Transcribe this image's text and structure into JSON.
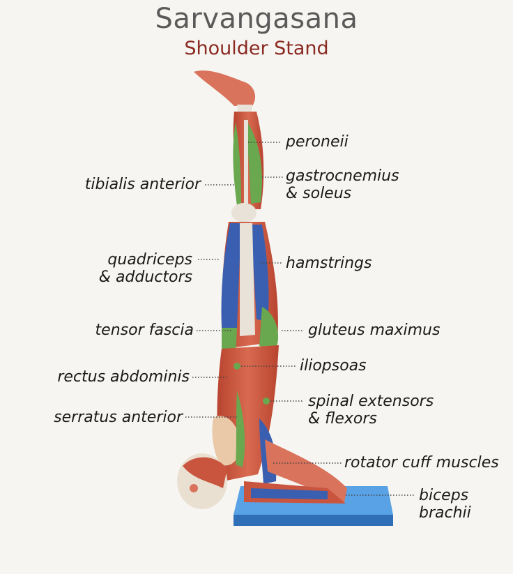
{
  "title": "Sarvangasana",
  "subtitle": "Shoulder Stand",
  "labels": {
    "peroneii": "peroneii",
    "tibialis_anterior": "tibialis anterior",
    "gastrocnemius_1": "gastrocnemius",
    "gastrocnemius_2": "& soleus",
    "quadriceps_1": "quadriceps",
    "quadriceps_2": "& adductors",
    "hamstrings": "hamstrings",
    "tensor_fascia": "tensor fascia",
    "gluteus_maximus": "gluteus maximus",
    "iliopsoas": "iliopsoas",
    "rectus_abdominis": "rectus abdominis",
    "spinal_extensors_1": "spinal extensors",
    "spinal_extensors_2": "& flexors",
    "serratus_anterior": "serratus anterior",
    "rotator_cuff": "rotator cuff muscles",
    "biceps_1": "biceps",
    "biceps_2": "brachii"
  },
  "colors": {
    "title": "#5a5a5a",
    "subtitle": "#8a2a22",
    "muscle_red": "#c9553e",
    "muscle_green": "#6aa84f",
    "muscle_blue": "#3a5fb0",
    "tendon": "#e8e2d8",
    "mat": "#3c87d6"
  }
}
